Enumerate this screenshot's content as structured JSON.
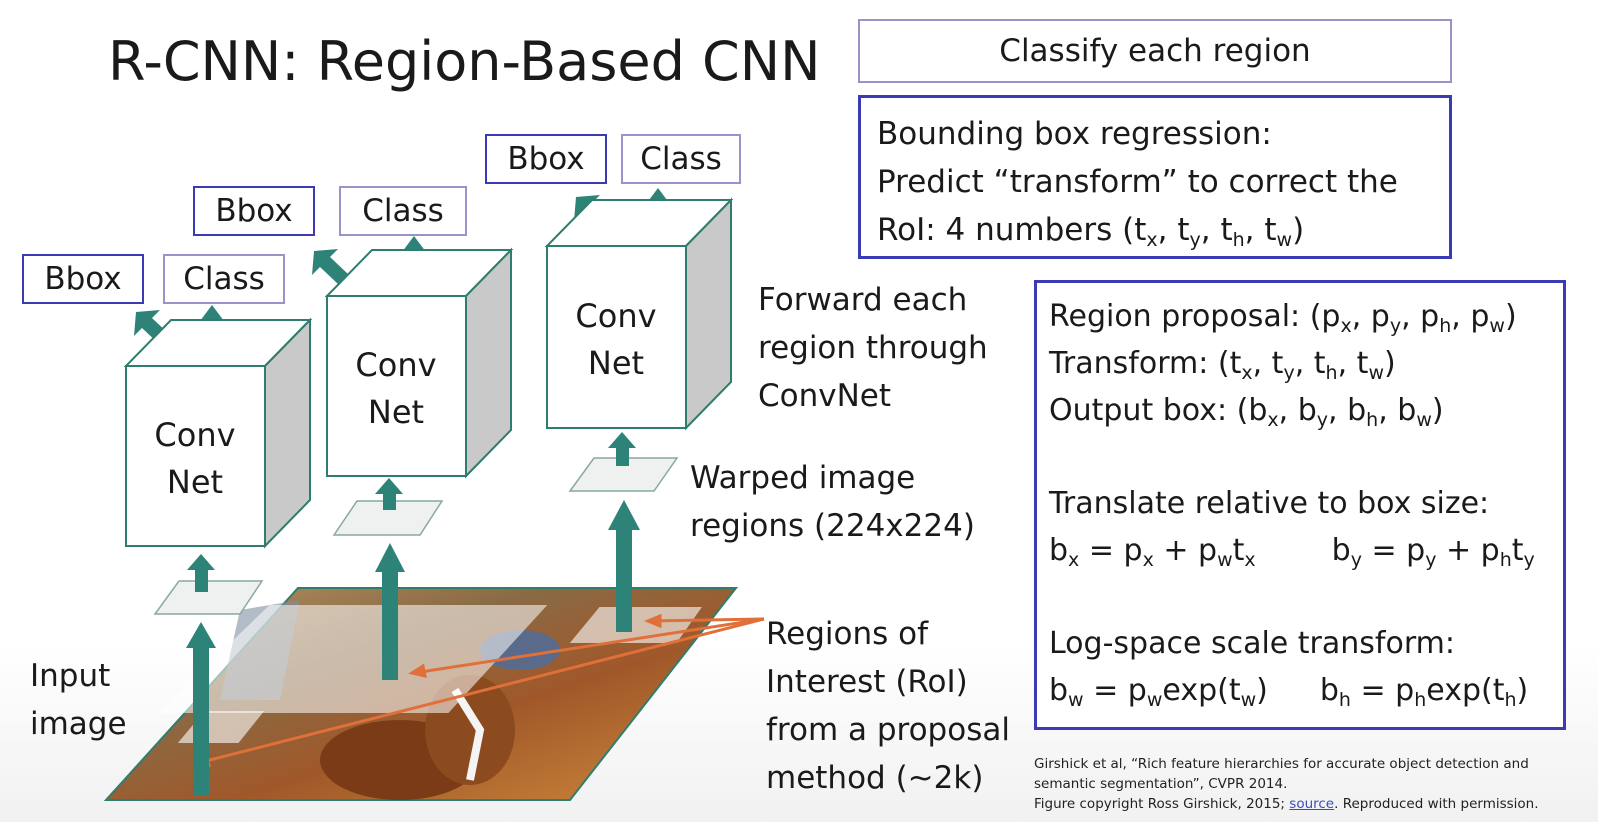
{
  "slide": {
    "title": "R-CNN: Region-Based CNN",
    "classify": "Classify each region",
    "bbox_regression": {
      "line1": "Bounding box regression:",
      "line2": "Predict “transform” to correct the",
      "line3_prefix": "RoI: 4 numbers (t",
      "line3_rest": ")"
    },
    "labels": {
      "bbox": "Bbox",
      "class": "Class",
      "conv": "Conv",
      "net": "Net",
      "forward_1": "Forward each",
      "forward_2": "region through",
      "forward_3": "ConvNet",
      "warped_1": "Warped image",
      "warped_2": "regions (224x224)",
      "input_1": "Input",
      "input_2": "image",
      "roi_1": "Regions of",
      "roi_2": "Interest (RoI)",
      "roi_3": "from a proposal",
      "roi_4": "method (~2k)"
    },
    "formulas": {
      "proposal": "Region proposal:",
      "transform": "Transform:",
      "output": "Output box:",
      "translate": "Translate relative to box size:",
      "logspace": "Log-space scale transform:"
    },
    "reference": {
      "line1": "Girshick et al, “Rich feature hierarchies for accurate object detection and",
      "line2": "semantic segmentation”, CVPR 2014.",
      "line3_prefix": "Figure copyright Ross Girshick, 2015; ",
      "link": "source",
      "line3_suffix": ". Reproduced with permission."
    },
    "colors": {
      "arrow": "#2e8378",
      "cube_edge": "#2e7d6e",
      "bbox_border": "#3b3bb5",
      "class_border": "#9a92c8",
      "roi_arrow": "#e0703a"
    }
  }
}
